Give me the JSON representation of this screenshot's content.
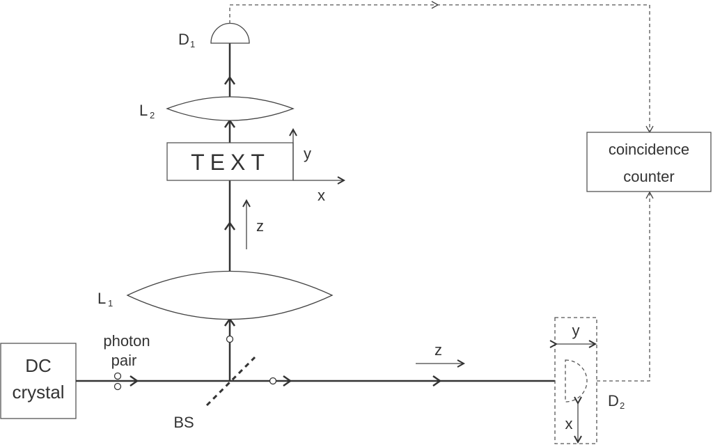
{
  "labels": {
    "source_line1": "DC",
    "source_line2": "crystal",
    "photon_line1": "photon",
    "photon_line2": "pair",
    "beam_splitter": "BS",
    "lens1": "L",
    "lens1_sub": "1",
    "lens2": "L",
    "lens2_sub": "2",
    "detector1": "D",
    "detector1_sub": "1",
    "detector2": "D",
    "detector2_sub": "2",
    "object": "TEXT",
    "axis_x": "x",
    "axis_y": "y",
    "axis_z": "z",
    "axis_z_horizontal": "z",
    "d2_axis_y": "y",
    "d2_axis_x": "x",
    "counter_line1": "coincidence",
    "counter_line2": "counter"
  }
}
